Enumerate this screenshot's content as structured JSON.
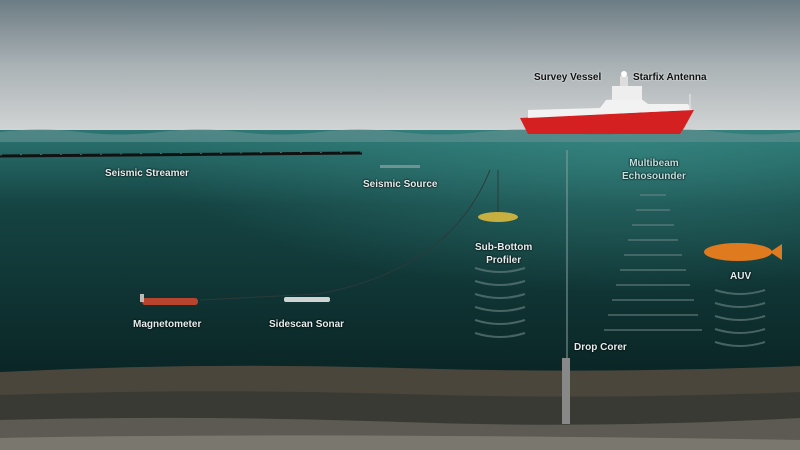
{
  "labels": {
    "survey_vessel": "Survey Vessel",
    "starfix_antenna": "Starfix Antenna",
    "multibeam_line1": "Multibeam",
    "multibeam_line2": "Echosounder",
    "seismic_streamer": "Seismic Streamer",
    "seismic_source": "Seismic Source",
    "sub_bottom_line1": "Sub-Bottom",
    "sub_bottom_line2": "Profiler",
    "auv": "AUV",
    "magnetometer": "Magnetometer",
    "sidescan_sonar": "Sidescan Sonar",
    "drop_corer": "Drop Corer"
  },
  "colors": {
    "vessel_hull": "#d42020",
    "water_top": "#2c7572",
    "water_deep": "#0a2222",
    "seabed": "#4a463c"
  }
}
